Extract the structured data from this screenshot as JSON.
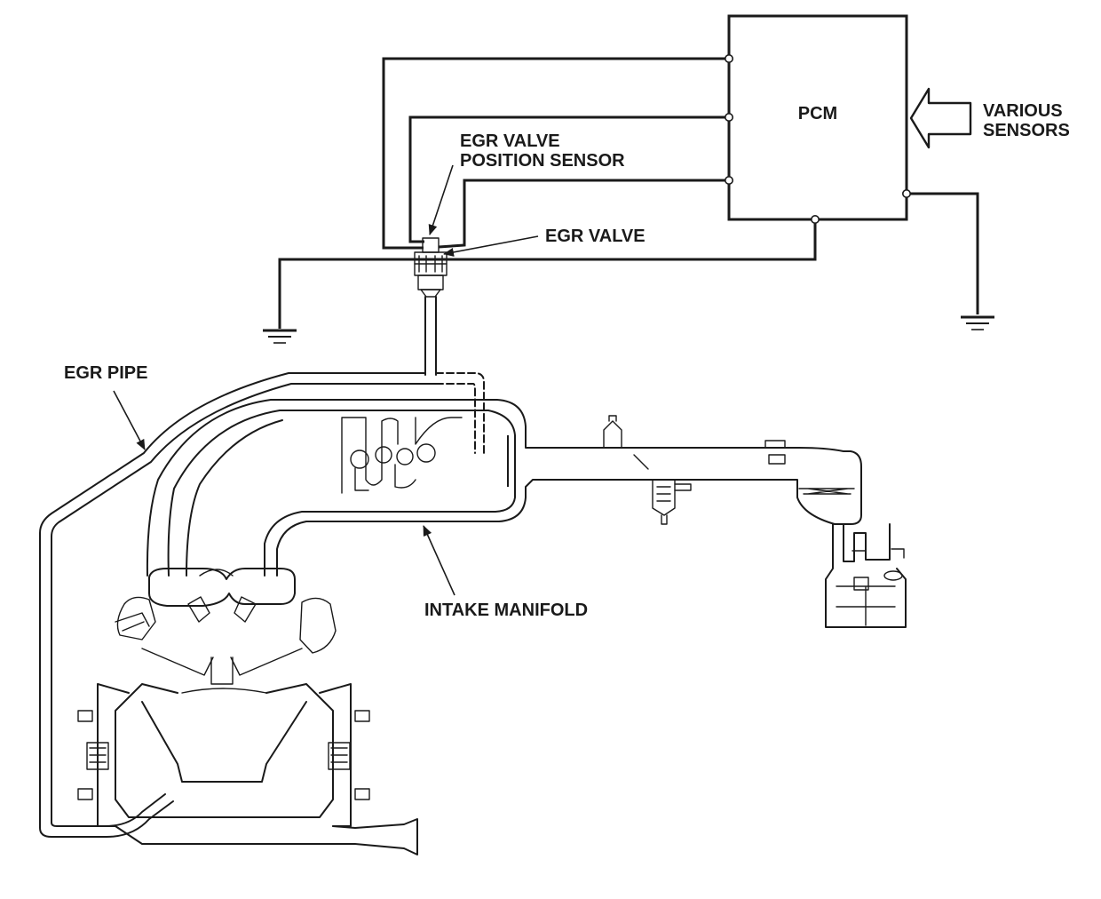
{
  "labels": {
    "pcm": "PCM",
    "various_sensors_1": "VARIOUS",
    "various_sensors_2": "SENSORS",
    "egr_valve_position_sensor_1": "EGR VALVE",
    "egr_valve_position_sensor_2": "POSITION SENSOR",
    "egr_valve": "EGR VALVE",
    "egr_pipe": "EGR PIPE",
    "intake_manifold": "INTAKE MANIFOLD"
  }
}
